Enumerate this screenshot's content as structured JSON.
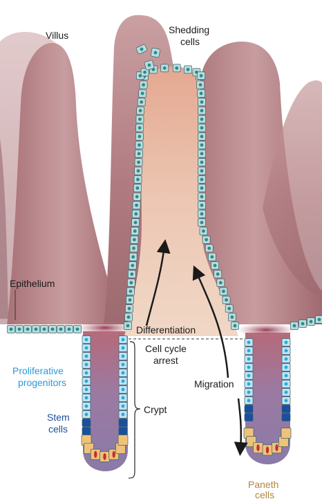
{
  "labels": {
    "villus": "Villus",
    "shedding_line1": "Shedding",
    "shedding_line2": "cells",
    "epithelium": "Epithelium",
    "differentiation": "Differentiation",
    "cell_cycle_line1": "Cell cycle",
    "cell_cycle_line2": "arrest",
    "proliferative_line1": "Proliferative",
    "proliferative_line2": "progenitors",
    "stem_line1": "Stem",
    "stem_line2": "cells",
    "crypt": "Crypt",
    "migration": "Migration",
    "paneth_line1": "Paneth",
    "paneth_line2": "cells"
  },
  "colors": {
    "villus_fill": "#b7868a",
    "villus_dark": "#8c5a60",
    "central_villus": "#e7c3b0",
    "epithelial_cell": "#b9dcdd",
    "nucleus": "#2a8b8d",
    "progenitor_cell": "#bfe4f4",
    "progenitor_nucleus": "#2aa7dd",
    "stem_cell": "#1a4fa0",
    "paneth_cell": "#efc27a",
    "paneth_granule": "#c0302e",
    "crypt_fill": "#9b7ea6",
    "blue_label": "#2a9ad6",
    "paneth_label": "#b5833c"
  }
}
